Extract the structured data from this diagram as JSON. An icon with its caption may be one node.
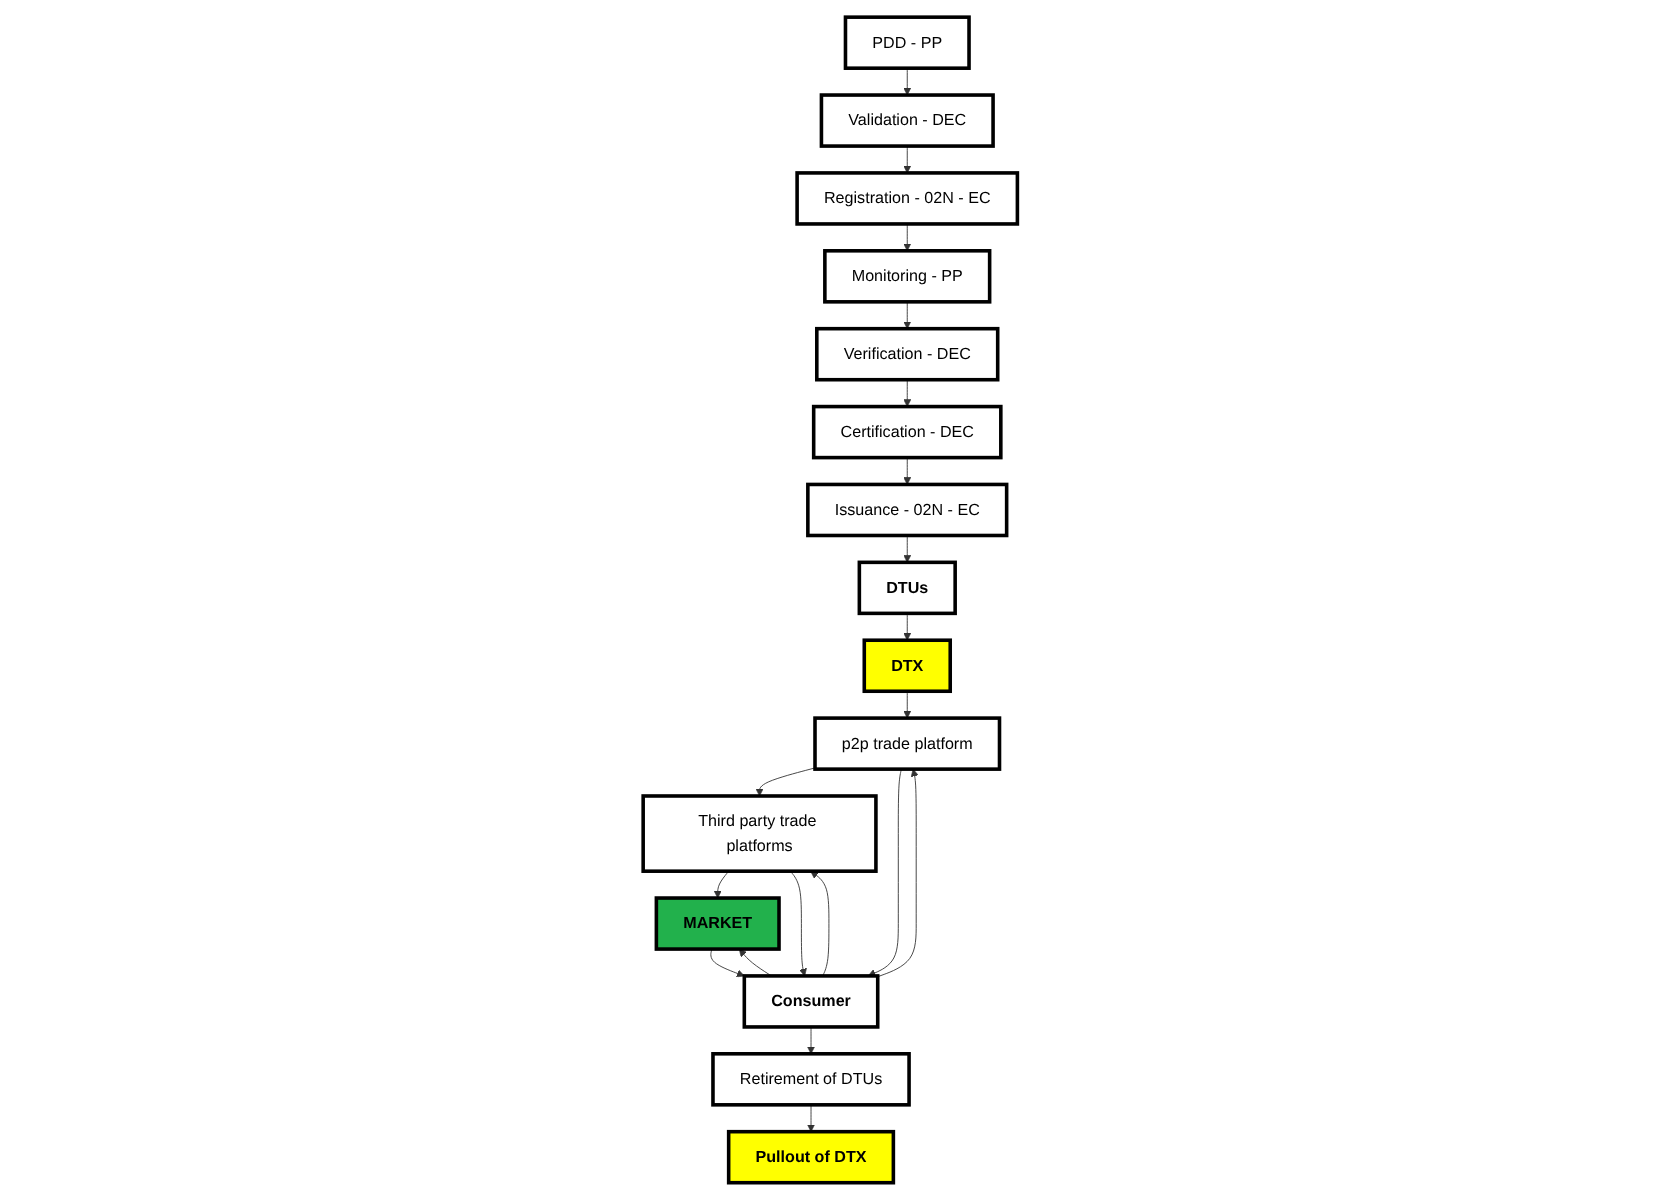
{
  "diagram": {
    "nodes": [
      {
        "text": [
          "PDD - PP"
        ]
      },
      {
        "text": [
          "Validation - DEC"
        ]
      },
      {
        "text": [
          "Registration - 02N - EC"
        ]
      },
      {
        "text": [
          "Monitoring - PP"
        ]
      },
      {
        "text": [
          "Verification - DEC"
        ]
      },
      {
        "text": [
          "Certification - DEC"
        ]
      },
      {
        "text": [
          "Issuance - 02N - EC"
        ]
      },
      {
        "text": [
          "DTUs"
        ]
      },
      {
        "text": [
          "Consumer"
        ]
      },
      {
        "text": [
          "Retirement of DTUs"
        ]
      },
      {
        "text": [
          "MARKET"
        ]
      },
      {
        "text": [
          "Pullout of DTX"
        ]
      },
      {
        "text": [
          "Third party trade platforms"
        ]
      },
      {
        "text": [
          "p2p trade platform"
        ]
      },
      {
        "text": [
          "DTX"
        ]
      }
    ],
    "edges": [
      {
        "from": 0,
        "to": 1,
        "arrow": "to"
      },
      {
        "from": 1,
        "to": 2,
        "arrow": "to"
      },
      {
        "from": 2,
        "to": 3,
        "arrow": "to"
      },
      {
        "from": 3,
        "to": 4,
        "arrow": "to"
      },
      {
        "from": 4,
        "to": 5,
        "arrow": "to"
      },
      {
        "from": 5,
        "to": 6,
        "arrow": "to"
      },
      {
        "from": 6,
        "to": 7,
        "arrow": "to"
      },
      {
        "from": 7,
        "to": 14,
        "arrow": "to"
      },
      {
        "from": 14,
        "to": 13,
        "arrow": "to"
      },
      {
        "from": 13,
        "to": 12,
        "arrow": "to"
      },
      {
        "from": 12,
        "to": 10,
        "arrow": "to"
      },
      {
        "from": 10,
        "to": 8,
        "arrow": "to"
      },
      {
        "from": 12,
        "to": 8,
        "arrow": "to"
      },
      {
        "from": 13,
        "to": 8,
        "arrow": "to"
      },
      {
        "from": 8,
        "to": 10,
        "arrow": "to"
      },
      {
        "from": 8,
        "to": 12,
        "arrow": "to"
      },
      {
        "from": 8,
        "to": 13,
        "arrow": "to"
      },
      {
        "from": 8,
        "to": 9,
        "arrow": "to"
      },
      {
        "from": 9,
        "to": 11,
        "arrow": "to"
      }
    ]
  }
}
